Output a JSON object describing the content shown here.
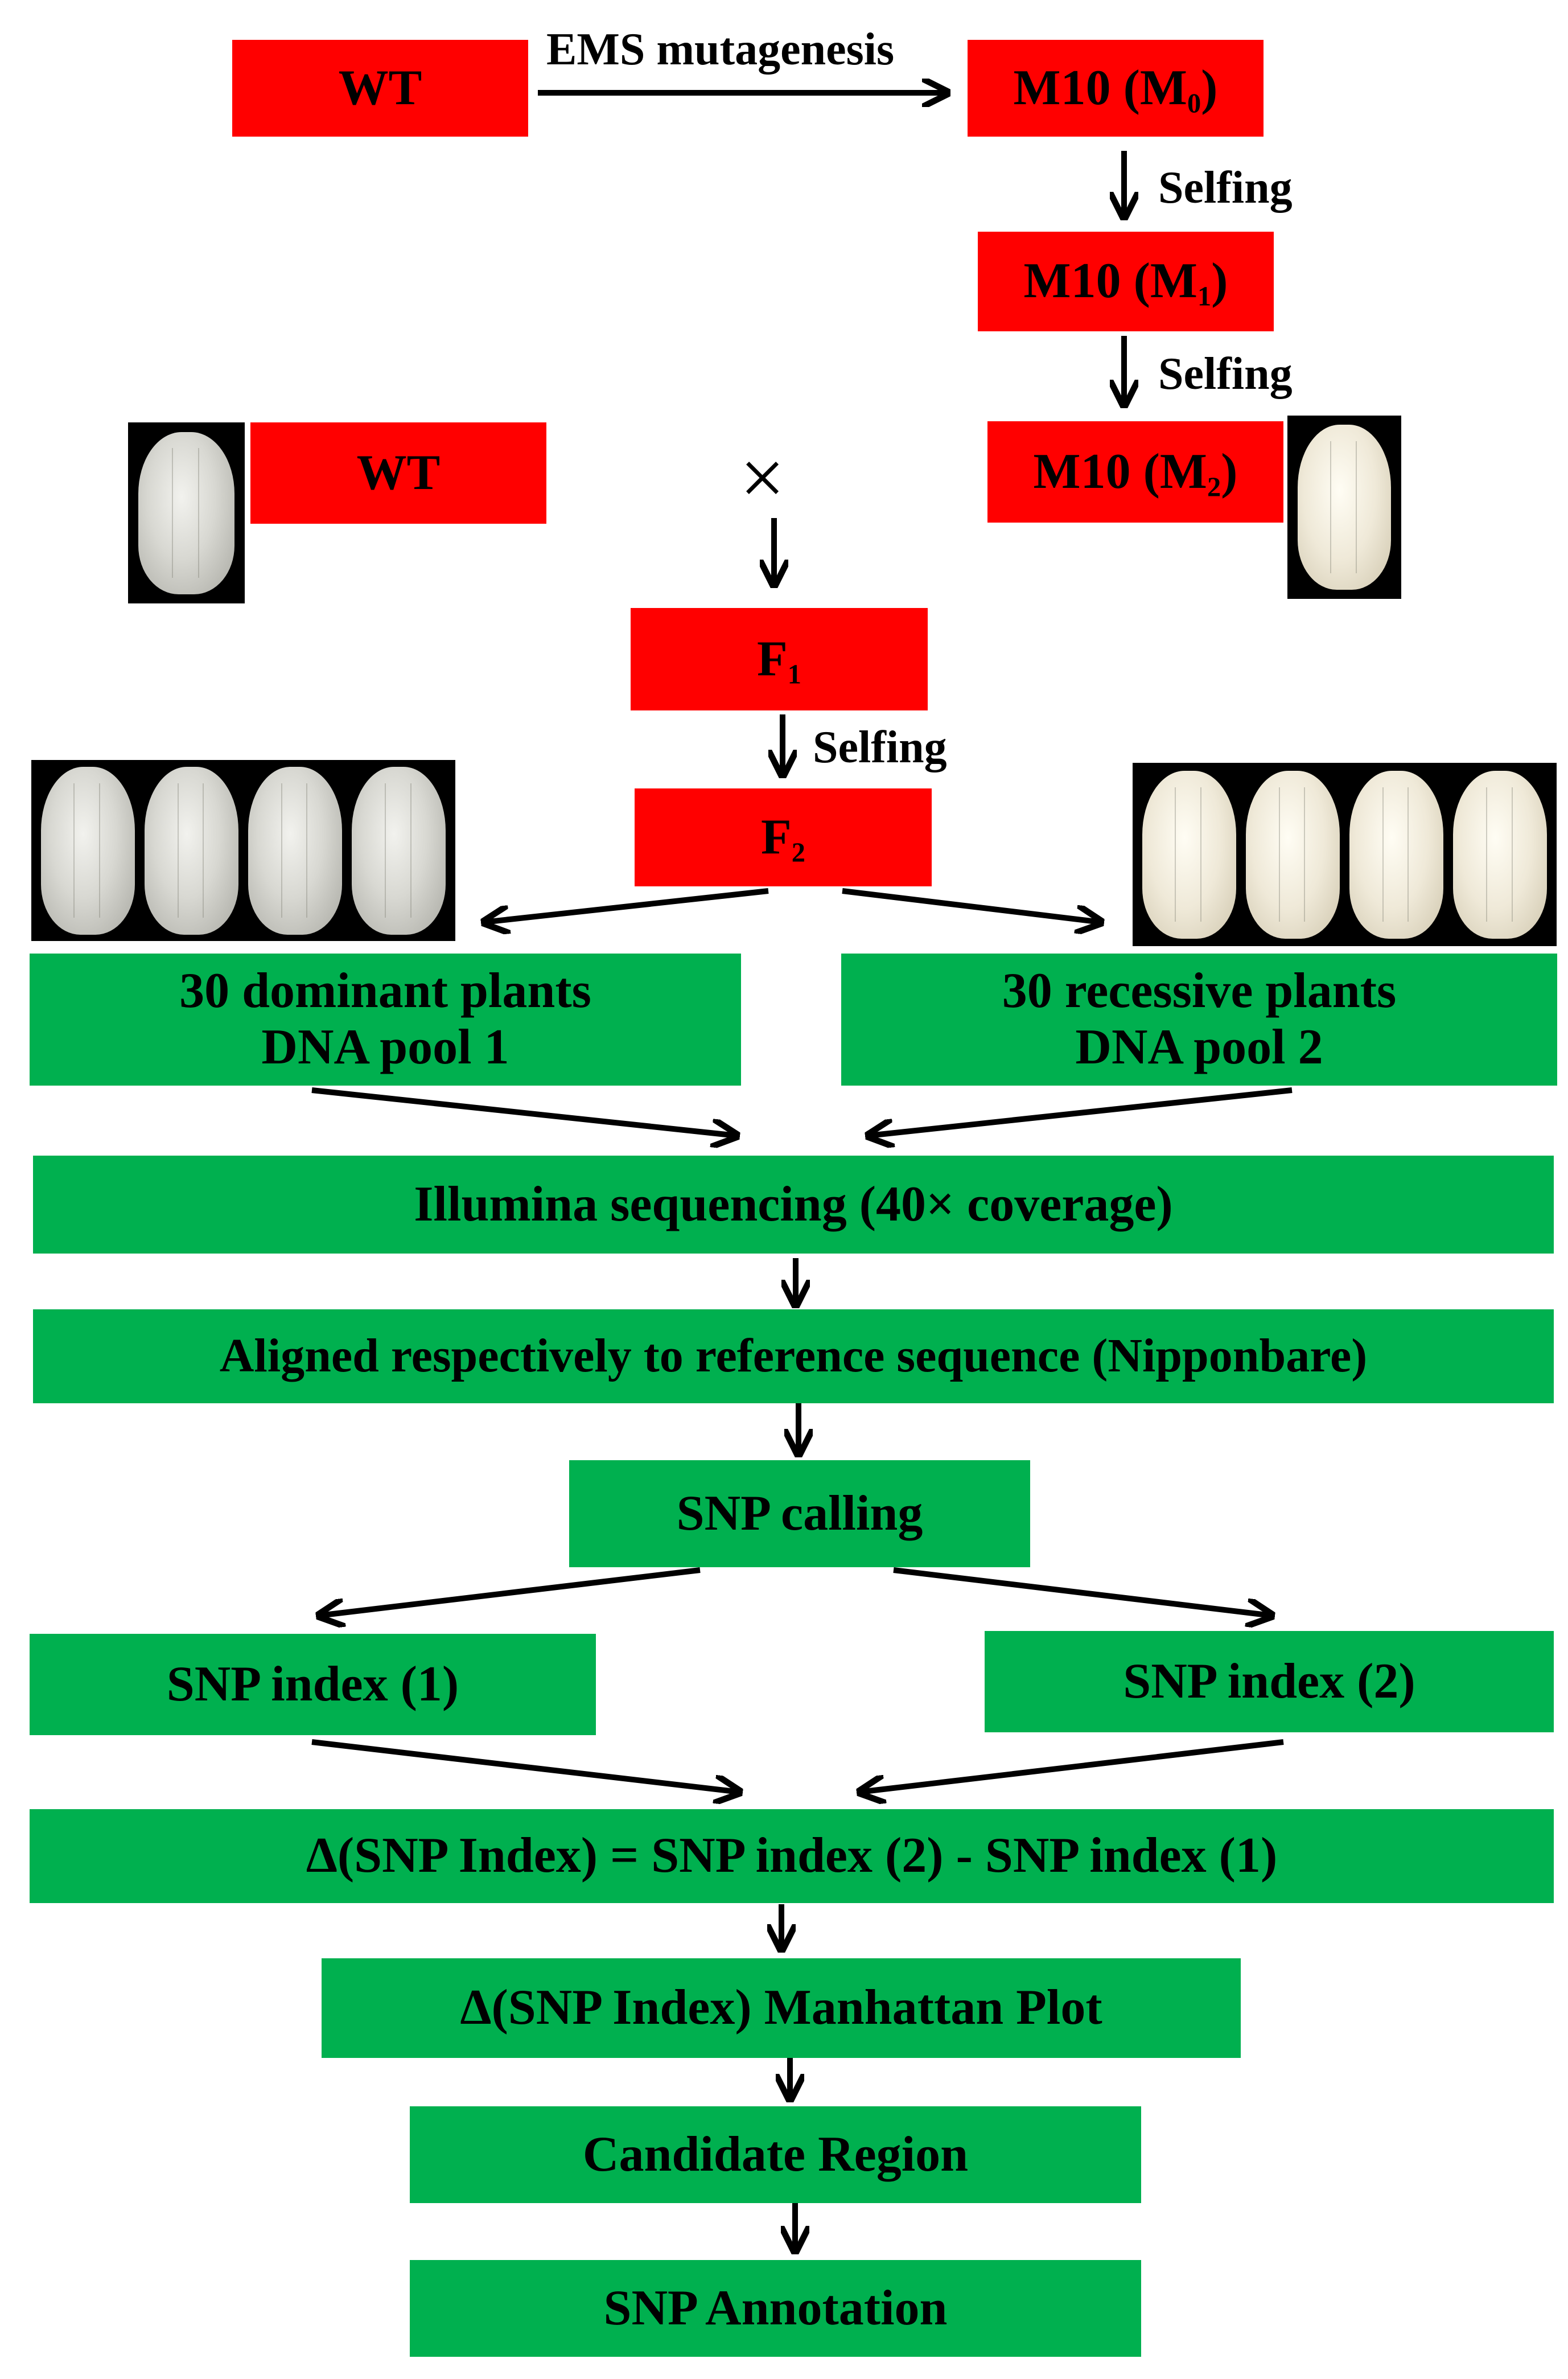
{
  "top": {
    "wt": "WT",
    "ems_label": "EMS mutagenesis",
    "m0": {
      "main": "M10 (M",
      "sub": "0",
      "end": ")"
    },
    "selfing_1": "Selfing",
    "m1": {
      "main": "M10 (M",
      "sub": "1",
      "end": ")"
    },
    "selfing_2": "Selfing",
    "m2": {
      "main": "M10 (M",
      "sub": "2",
      "end": ")"
    }
  },
  "cross": {
    "wt": "WT",
    "cross_symbol": "×",
    "f1": {
      "main": "F",
      "sub": "1"
    },
    "selfing_3": "Selfing",
    "f2": {
      "main": "F",
      "sub": "2"
    }
  },
  "pools": {
    "dominant_line1": "30 dominant plants",
    "dominant_line2": "DNA pool 1",
    "recessive_line1": "30 recessive plants",
    "recessive_line2": "DNA pool 2"
  },
  "pipeline": {
    "sequencing": "Illumina sequencing (40× coverage)",
    "aligned": "Aligned respectively to reference sequence (Nipponbare)",
    "snp_calling": "SNP calling",
    "snp_index_1": "SNP index (1)",
    "snp_index_2": "SNP index (2)",
    "delta": "Δ(SNP Index) = SNP index (2) - SNP index (1)",
    "manhattan": "Δ(SNP Index) Manhattan Plot",
    "candidate": "Candidate Region",
    "annotation": "SNP Annotation"
  },
  "colors": {
    "red_box": "#ff0000",
    "green_box": "#00b04f",
    "arrow": "#000000"
  },
  "images": {
    "wt_grain": "wild-type rice grain (translucent)",
    "m2_grain": "mutant rice grain (chalky)",
    "dominant_grains": "four translucent rice grains",
    "recessive_grains": "four chalky rice grains"
  }
}
